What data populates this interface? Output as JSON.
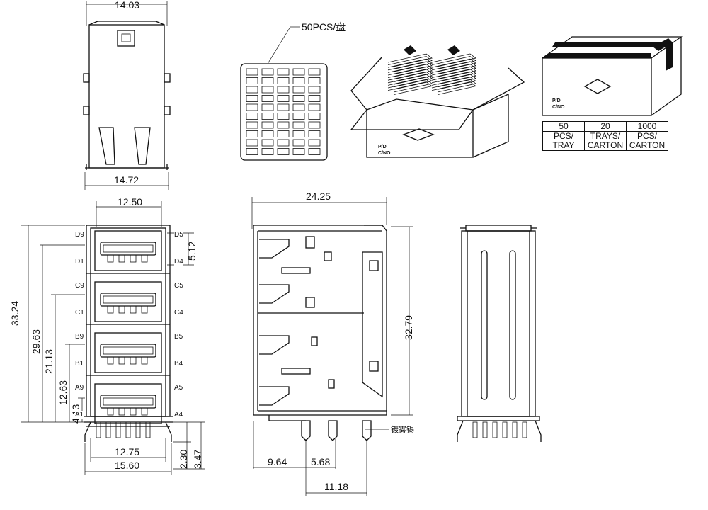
{
  "top_view": {
    "dim_top": "14.03",
    "dim_bottom": "14.72"
  },
  "front_view": {
    "dim_width_top": "12.50",
    "dim_pitch": "5.12",
    "dims_left": [
      "33.24",
      "29.63",
      "21.13",
      "12.63",
      "4.13"
    ],
    "dim_base": "12.75",
    "dim_overall": "15.60",
    "dim_leg": "2.30",
    "dim_leg_total": "3.47",
    "pins": [
      {
        "left_top": "D9",
        "left_bottom": "D1",
        "right_top": "D5",
        "right_bottom": "D4"
      },
      {
        "left_top": "C9",
        "left_bottom": "C1",
        "right_top": "C5",
        "right_bottom": "C4"
      },
      {
        "left_top": "B9",
        "left_bottom": "B1",
        "right_top": "B5",
        "right_bottom": "B4"
      },
      {
        "left_top": "A9",
        "left_bottom": "A1",
        "right_top": "A5",
        "right_bottom": "A4"
      }
    ]
  },
  "side_view": {
    "dim_top": "24.25",
    "dim_height": "32.79",
    "dim_a": "9.64",
    "dim_b": "5.68",
    "dim_c": "11.18",
    "note": "镀雾锡"
  },
  "packaging": {
    "tray_label": "50PCS/盘",
    "box_label": [
      "P/D",
      "C/NO"
    ],
    "table": [
      {
        "value": "50",
        "unit": [
          "PCS/",
          "TRAY"
        ]
      },
      {
        "value": "20",
        "unit": [
          "TRAYS/",
          "CARTON"
        ]
      },
      {
        "value": "1000",
        "unit": [
          "PCS/",
          "CARTON"
        ]
      }
    ]
  }
}
